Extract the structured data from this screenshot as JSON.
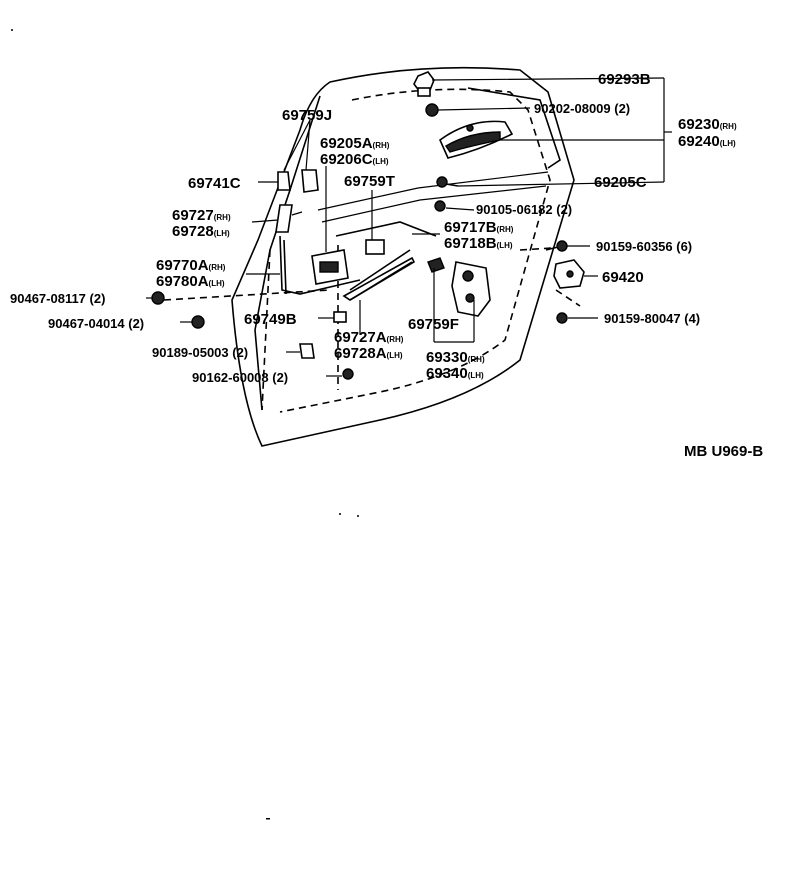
{
  "diagram_code": "MB U969-B",
  "labels": {
    "p69293B": "69293B",
    "p90202": "90202-08009 (2)",
    "p69230": "69230",
    "p69240": "69240",
    "p69759J": "69759J",
    "p69205A": "69205A",
    "p69206C": "69206C",
    "p69741C": "69741C",
    "p69759T": "69759T",
    "p69205C": "69205C",
    "p90105": "90105-06182 (2)",
    "p69727": "69727",
    "p69728": "69728",
    "p69717B": "69717B",
    "p69718B": "69718B",
    "p90159_60356": "90159-60356 (6)",
    "p69770A": "69770A",
    "p69780A": "69780A",
    "p69420": "69420",
    "p90467_08117": "90467-08117 (2)",
    "p90467_04014": "90467-04014 (2)",
    "p69749B": "69749B",
    "p69759F": "69759F",
    "p90159_80047": "90159-80047 (4)",
    "p69727A": "69727A",
    "p69728A": "69728A",
    "p90189": "90189-05003 (2)",
    "p69330": "69330",
    "p69340": "69340",
    "p90162": "90162-60008 (2)"
  },
  "suffix": {
    "rh": "(RH)",
    "lh": "(LH)"
  }
}
